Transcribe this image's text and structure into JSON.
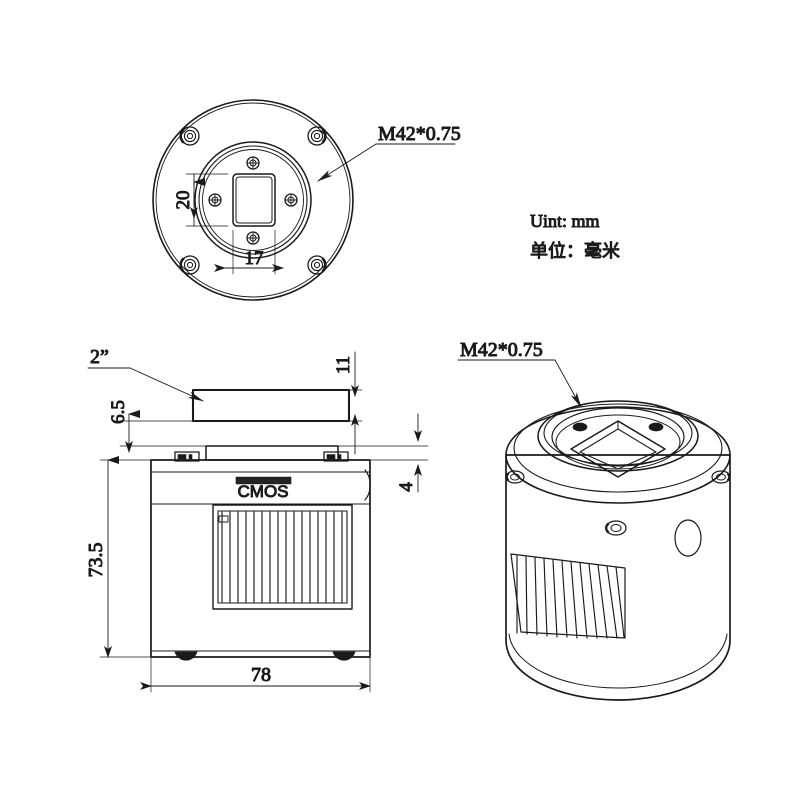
{
  "drawing": {
    "title": "CMOS camera dimensional drawing",
    "units_note_en": "Uint: mm",
    "units_note_zh": "单位：毫米",
    "line_color": "#1a1a1a",
    "background": "#ffffff"
  },
  "views": {
    "front": {
      "name": "front-view",
      "callout": "M42*0.75",
      "dim_vertical": "20",
      "dim_horizontal": "17"
    },
    "side": {
      "name": "side-view",
      "callout_adapter": "2”",
      "dim_adapter_gap": "6.5",
      "dim_top_stack": "11",
      "dim_flange": "4",
      "dim_height": "73.5",
      "dim_width": "78",
      "sensor_label": "CMOS"
    },
    "iso": {
      "name": "iso-view",
      "callout": "M42*0.75"
    }
  }
}
